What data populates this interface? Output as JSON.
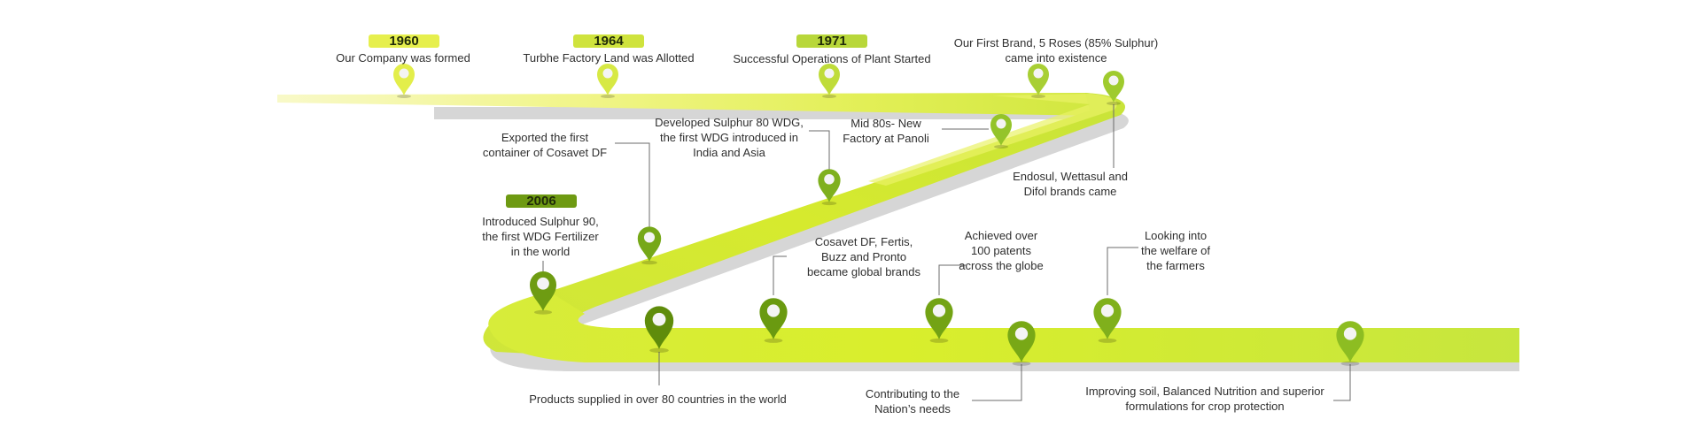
{
  "colors": {
    "light": "#eef25a",
    "lime": "#c9e83c",
    "bright": "#d9ee2c",
    "mid": "#9ec92a",
    "dark": "#6f9c0e",
    "darker": "#5a860a",
    "shadow": "#d4d4d4"
  },
  "years": [
    {
      "label": "1960",
      "color": "#e6ef4d"
    },
    {
      "label": "1964",
      "color": "#cfe33d"
    },
    {
      "label": "1971",
      "color": "#b8d73a"
    },
    {
      "label": "2006",
      "color": "#6e9a12"
    }
  ],
  "events": [
    {
      "text": "Our Company was formed"
    },
    {
      "text": "Turbhe Factory Land was Allotted"
    },
    {
      "text": "Successful Operations of Plant Started"
    },
    {
      "text": "Our First Brand, 5 Roses (85% Sulphur)\ncame into existence"
    },
    {
      "text": "Endosul, Wettasul and\nDifol brands came"
    },
    {
      "text": "Mid 80s- New\nFactory at Panoli"
    },
    {
      "text": "Developed Sulphur 80 WDG,\nthe first WDG introduced in\nIndia and Asia"
    },
    {
      "text": "Exported the first\ncontainer of Cosavet DF"
    },
    {
      "text": "Introduced Sulphur 90,\nthe first WDG Fertilizer\nin the world"
    },
    {
      "text": "Products supplied in over 80 countries in the world"
    },
    {
      "text": "Cosavet DF, Fertis,\nBuzz and Pronto\nbecame global brands"
    },
    {
      "text": "Achieved over\n100 patents\nacross the globe"
    },
    {
      "text": "Contributing to the\nNation’s needs"
    },
    {
      "text": "Looking into\nthe welfare of\nthe farmers"
    },
    {
      "text": "Improving soil, Balanced Nutrition and superior\nformulations for crop protection"
    }
  ]
}
